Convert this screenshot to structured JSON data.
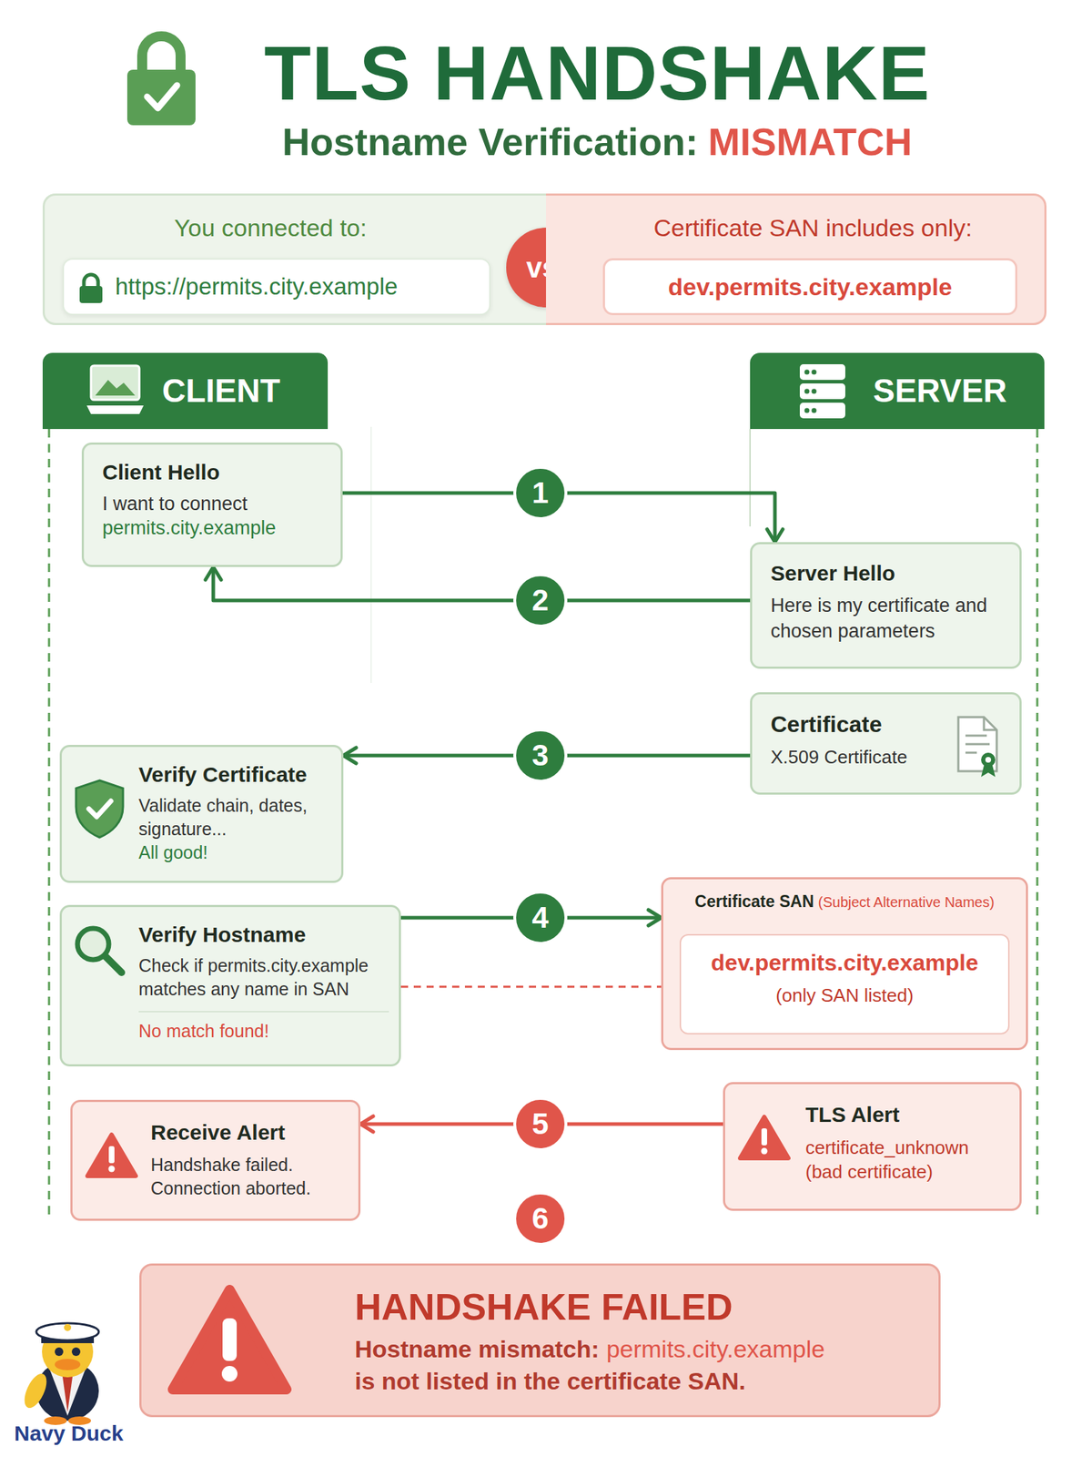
{
  "diagram": {
    "title": "TLS HANDSHAKE",
    "nodes": [
      {
        "text": [
          "You connected to:"
        ]
      },
      {
        "text": [
          "https://permits.city.example"
        ],
        "in": 0
      },
      {
        "text": [
          "vs."
        ]
      },
      {
        "text": [
          "Certificate SAN includes only:"
        ]
      },
      {
        "text": [
          "dev.permits.city.example"
        ],
        "in": 3
      },
      {
        "text": [
          "CLIENT"
        ]
      },
      {
        "text": [
          "SERVER"
        ]
      },
      {
        "text": [
          "Client Hello",
          "I want to connect",
          "permits.city.example"
        ]
      },
      {
        "text": [
          "Server Hello",
          "Here is my certificate and chosen parameters"
        ]
      },
      {
        "text": [
          "Certificate",
          "X.509 Certificate"
        ]
      },
      {
        "text": [
          "Verify Certificate",
          "Validate chain, dates, signature...",
          "All good!"
        ]
      },
      {
        "text": [
          "Verify Hostname",
          "Check if permits.city.example matches any name in SAN",
          "No match found!"
        ]
      },
      {
        "text": [
          "Certificate SAN",
          "(Subject Alternative Names)"
        ]
      },
      {
        "text": [
          "dev.permits.city.example",
          "(only SAN listed)"
        ],
        "in": 12
      },
      {
        "text": [
          "Receive Alert",
          "Handshake failed. Connection aborted."
        ]
      },
      {
        "text": [
          "TLS Alert",
          "certificate_unknown (bad certificate)"
        ]
      },
      {
        "text": [
          "HANDSHAKE FAILED",
          "Hostname mismatch:",
          "permits.city.example",
          "is not listed in the certificate SAN."
        ]
      }
    ],
    "edges": [
      {
        "from": 7,
        "to": 8,
        "arrow": "to",
        "label": "1"
      },
      {
        "from": 8,
        "to": 7,
        "arrow": "to",
        "label": "2"
      },
      {
        "from": 9,
        "to": 10,
        "arrow": "to",
        "label": "3"
      },
      {
        "from": 11,
        "to": 12,
        "arrow": "to",
        "label": "4"
      },
      {
        "from": 11,
        "to": 12,
        "arrow": "none"
      },
      {
        "from": 15,
        "to": 14,
        "arrow": "to",
        "label": "5"
      }
    ],
    "labels": [
      "Hostname Verification:",
      "MISMATCH",
      "6",
      "Navy Duck"
    ]
  }
}
